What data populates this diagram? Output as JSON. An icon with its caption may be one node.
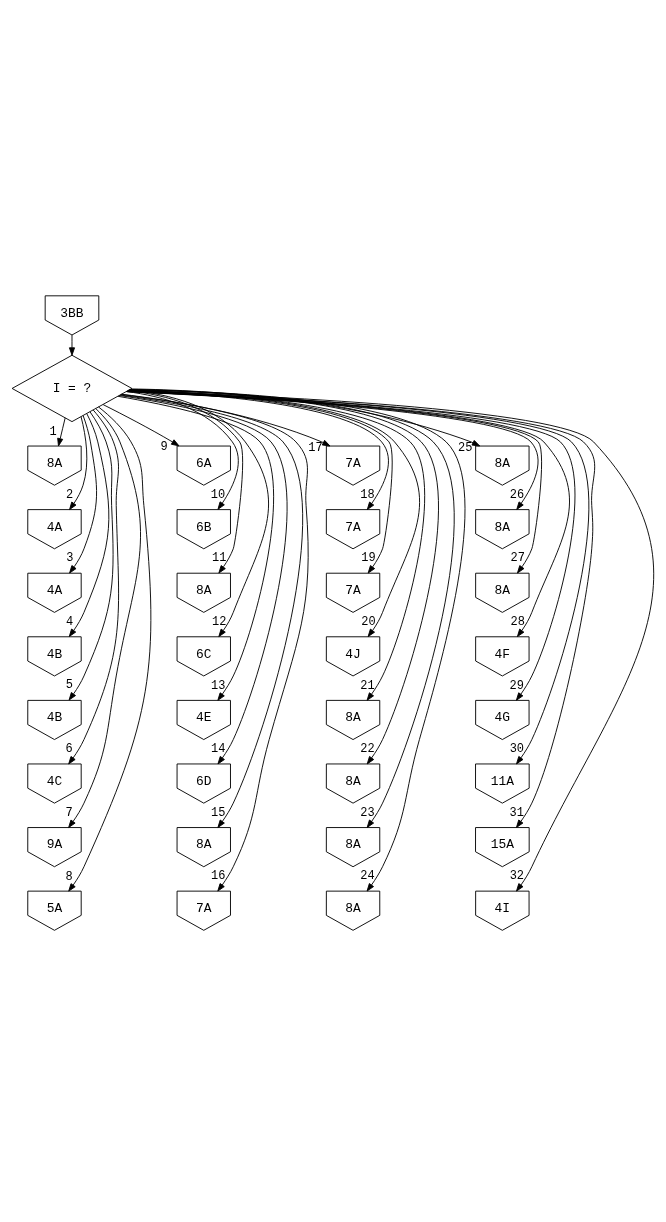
{
  "diagram": {
    "nodes": [
      {
        "text": [
          "3BB"
        ]
      },
      {
        "text": [
          "I = ?"
        ]
      },
      {
        "text": [
          "8A"
        ]
      },
      {
        "text": [
          "4A"
        ]
      },
      {
        "text": [
          "4A"
        ]
      },
      {
        "text": [
          "4B"
        ]
      },
      {
        "text": [
          "4B"
        ]
      },
      {
        "text": [
          "4C"
        ]
      },
      {
        "text": [
          "9A"
        ]
      },
      {
        "text": [
          "5A"
        ]
      },
      {
        "text": [
          "6A"
        ]
      },
      {
        "text": [
          "6B"
        ]
      },
      {
        "text": [
          "8A"
        ]
      },
      {
        "text": [
          "6C"
        ]
      },
      {
        "text": [
          "4E"
        ]
      },
      {
        "text": [
          "6D"
        ]
      },
      {
        "text": [
          "8A"
        ]
      },
      {
        "text": [
          "7A"
        ]
      },
      {
        "text": [
          "7A"
        ]
      },
      {
        "text": [
          "7A"
        ]
      },
      {
        "text": [
          "7A"
        ]
      },
      {
        "text": [
          "4J"
        ]
      },
      {
        "text": [
          "8A"
        ]
      },
      {
        "text": [
          "8A"
        ]
      },
      {
        "text": [
          "8A"
        ]
      },
      {
        "text": [
          "8A"
        ]
      },
      {
        "text": [
          "8A"
        ]
      },
      {
        "text": [
          "8A"
        ]
      },
      {
        "text": [
          "8A"
        ]
      },
      {
        "text": [
          "4F"
        ]
      },
      {
        "text": [
          "4G"
        ]
      },
      {
        "text": [
          "11A"
        ]
      },
      {
        "text": [
          "15A"
        ]
      },
      {
        "text": [
          "4I"
        ]
      }
    ],
    "edges": [
      {
        "from": 0,
        "to": 1,
        "arrow": "to"
      },
      {
        "from": 1,
        "to": 2,
        "arrow": "to",
        "label": "1"
      },
      {
        "from": 1,
        "to": 3,
        "arrow": "to",
        "label": "2"
      },
      {
        "from": 1,
        "to": 4,
        "arrow": "to",
        "label": "3"
      },
      {
        "from": 1,
        "to": 5,
        "arrow": "to",
        "label": "4"
      },
      {
        "from": 1,
        "to": 6,
        "arrow": "to",
        "label": "5"
      },
      {
        "from": 1,
        "to": 7,
        "arrow": "to",
        "label": "6"
      },
      {
        "from": 1,
        "to": 8,
        "arrow": "to",
        "label": "7"
      },
      {
        "from": 1,
        "to": 9,
        "arrow": "to",
        "label": "8"
      },
      {
        "from": 1,
        "to": 10,
        "arrow": "to",
        "label": "9"
      },
      {
        "from": 1,
        "to": 11,
        "arrow": "to",
        "label": "10"
      },
      {
        "from": 1,
        "to": 12,
        "arrow": "to",
        "label": "11"
      },
      {
        "from": 1,
        "to": 13,
        "arrow": "to",
        "label": "12"
      },
      {
        "from": 1,
        "to": 14,
        "arrow": "to",
        "label": "13"
      },
      {
        "from": 1,
        "to": 15,
        "arrow": "to",
        "label": "14"
      },
      {
        "from": 1,
        "to": 16,
        "arrow": "to",
        "label": "15"
      },
      {
        "from": 1,
        "to": 17,
        "arrow": "to",
        "label": "16"
      },
      {
        "from": 1,
        "to": 18,
        "arrow": "to",
        "label": "17"
      },
      {
        "from": 1,
        "to": 19,
        "arrow": "to",
        "label": "18"
      },
      {
        "from": 1,
        "to": 20,
        "arrow": "to",
        "label": "19"
      },
      {
        "from": 1,
        "to": 21,
        "arrow": "to",
        "label": "20"
      },
      {
        "from": 1,
        "to": 22,
        "arrow": "to",
        "label": "21"
      },
      {
        "from": 1,
        "to": 23,
        "arrow": "to",
        "label": "22"
      },
      {
        "from": 1,
        "to": 24,
        "arrow": "to",
        "label": "23"
      },
      {
        "from": 1,
        "to": 25,
        "arrow": "to",
        "label": "24"
      },
      {
        "from": 1,
        "to": 26,
        "arrow": "to",
        "label": "25"
      },
      {
        "from": 1,
        "to": 27,
        "arrow": "to",
        "label": "26"
      },
      {
        "from": 1,
        "to": 28,
        "arrow": "to",
        "label": "27"
      },
      {
        "from": 1,
        "to": 29,
        "arrow": "to",
        "label": "28"
      },
      {
        "from": 1,
        "to": 30,
        "arrow": "to",
        "label": "29"
      },
      {
        "from": 1,
        "to": 31,
        "arrow": "to",
        "label": "30"
      },
      {
        "from": 1,
        "to": 32,
        "arrow": "to",
        "label": "31"
      },
      {
        "from": 1,
        "to": 33,
        "arrow": "to",
        "label": "32"
      }
    ]
  }
}
